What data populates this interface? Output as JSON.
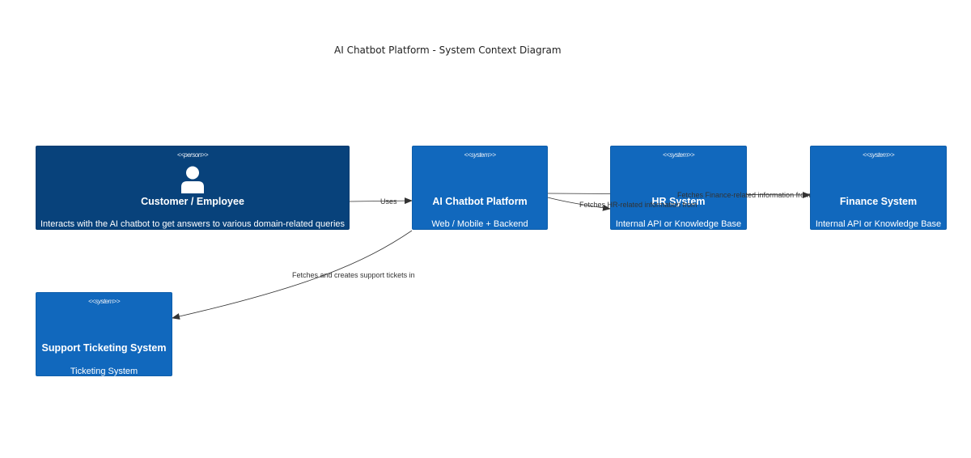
{
  "title": "AI Chatbot Platform - System Context Diagram",
  "colors": {
    "person": "#08427b",
    "system": "#1168bd",
    "edge": "#333333"
  },
  "nodes": {
    "customer": {
      "stereotype": "<<person>>",
      "name": "Customer / Employee",
      "description": "Interacts with the AI chatbot to get answers to various domain-related queries",
      "icon": "person-icon"
    },
    "chatbot": {
      "stereotype": "<<system>>",
      "name": "AI Chatbot Platform",
      "description": "Web / Mobile + Backend"
    },
    "hr": {
      "stereotype": "<<system>>",
      "name": "HR System",
      "description": "Internal API or Knowledge Base"
    },
    "finance": {
      "stereotype": "<<system>>",
      "name": "Finance System",
      "description": "Internal API or Knowledge Base"
    },
    "ticketing": {
      "stereotype": "<<system>>",
      "name": "Support Ticketing System",
      "description": "Ticketing System"
    }
  },
  "edges": {
    "uses": "Uses",
    "hr": "Fetches HR-related information from",
    "finance": "Fetches Finance-related information from",
    "tickets": "Fetches and creates support tickets in"
  }
}
